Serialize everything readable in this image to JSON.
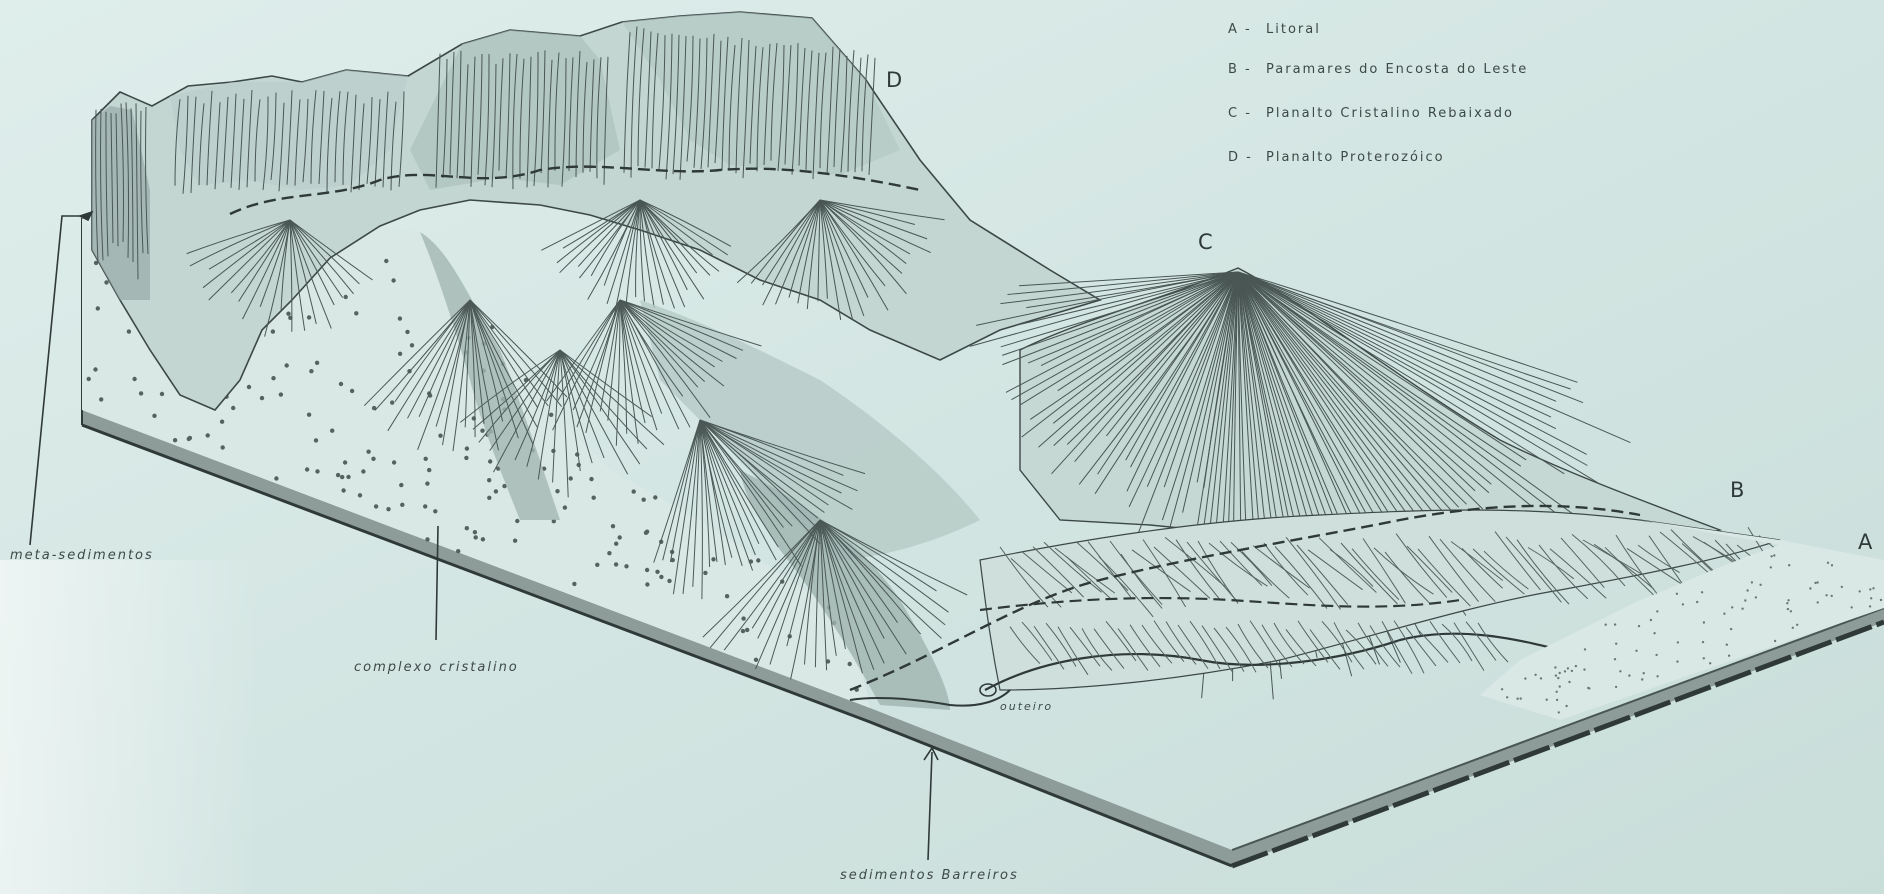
{
  "legend": [
    {
      "code": "A -",
      "text": "Litoral"
    },
    {
      "code": "B -",
      "text": "Paramares do Encosta do Leste"
    },
    {
      "code": "C -",
      "text": "Planalto Cristalino Rebaixado"
    },
    {
      "code": "D -",
      "text": "Planalto Proterozóico"
    }
  ],
  "region_letters": {
    "a": "A",
    "b": "B",
    "c": "C",
    "d": "D"
  },
  "annotations": {
    "meta_sedimentos": "meta-sedimentos",
    "complexo_cristalino": "complexo cristalino",
    "outeiro": "outeiro",
    "sedimentos_barreiros": "sedimentos Barreiros"
  },
  "colors": {
    "paper": "#d4e6e3",
    "ink": "#3a4644",
    "relief_shade": "#b4c8c4",
    "relief_light": "#e2eeec"
  }
}
